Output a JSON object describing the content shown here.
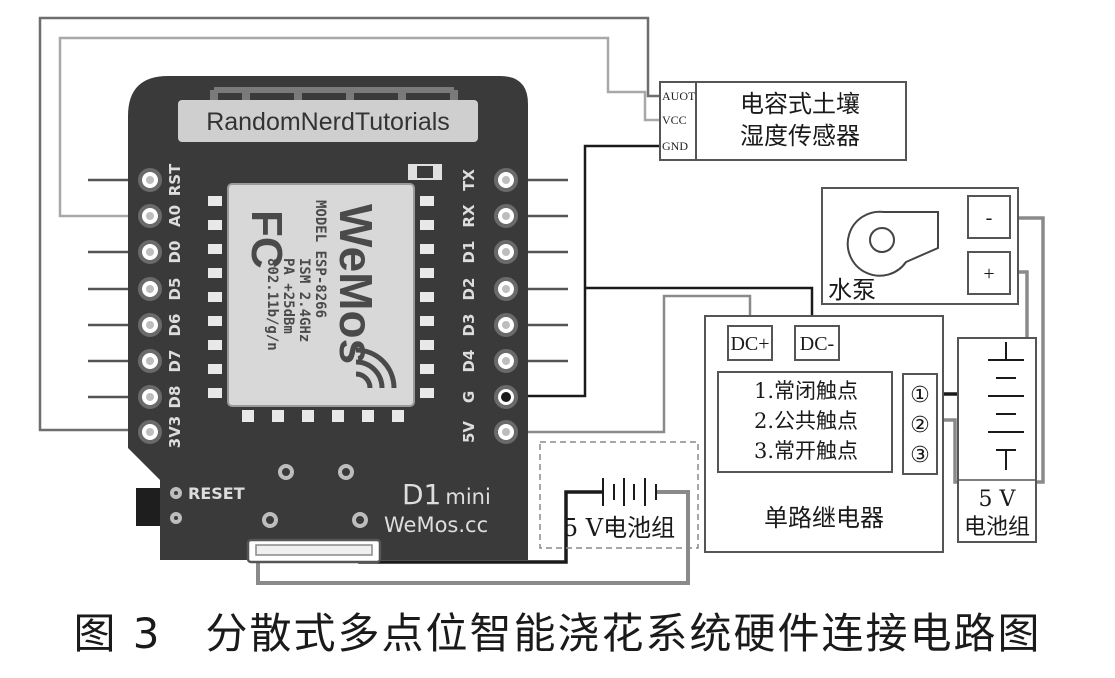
{
  "board": {
    "banner": "RandomNerdTutorials",
    "module": {
      "model": "MODEL  ESP-8266",
      "ism": "ISM 2.4GHz",
      "pa": "PA +25dBm",
      "wifi": "802.11b/g/n",
      "fcc": "FC",
      "brand_logo": "WeMos"
    },
    "left_pins": [
      "RST",
      "A0",
      "D0",
      "D5",
      "D6",
      "D7",
      "D8",
      "3V3"
    ],
    "right_pins": [
      "TX",
      "RX",
      "D1",
      "D2",
      "D3",
      "D4",
      "G",
      "5V"
    ],
    "reset_label": "RESET",
    "name": "D1",
    "name_suffix": "mini",
    "site": "WeMos.cc"
  },
  "sensor": {
    "pins": [
      "AUOT",
      "VCC",
      "GND"
    ],
    "label_line1": "电容式土壤",
    "label_line2": "湿度传感器"
  },
  "pump": {
    "label": "水泵",
    "minus": "-",
    "plus": "+"
  },
  "relay": {
    "dc_plus": "DC+",
    "dc_minus": "DC-",
    "contacts": [
      "1.常闭触点",
      "2.公共触点",
      "3.常开触点"
    ],
    "terminals": [
      "①",
      "②",
      "③"
    ],
    "label": "单路继电器"
  },
  "battery_left": {
    "label": "5 V电池组"
  },
  "battery_right": {
    "line1": "5 V",
    "line2": "电池组"
  },
  "caption": "图 3　分散式多点位智能浇花系统硬件连接电路图"
}
